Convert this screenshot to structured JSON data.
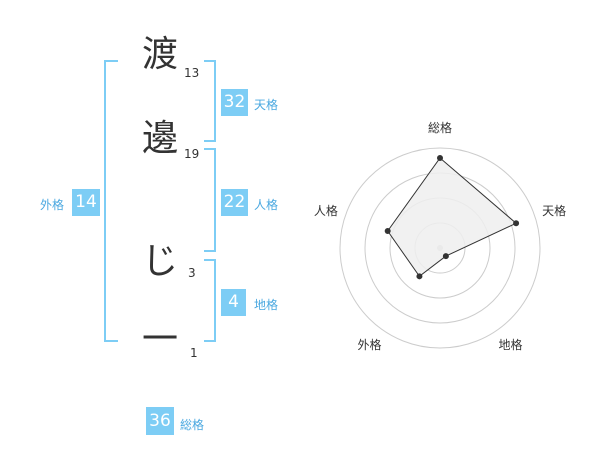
{
  "name_chars": [
    {
      "char": "渡",
      "strokes": "13"
    },
    {
      "char": "邊",
      "strokes": "19"
    },
    {
      "char": "じ",
      "strokes": "3"
    },
    {
      "char": "一",
      "strokes": "1"
    }
  ],
  "fortunes": {
    "tenkaku": {
      "label": "天格",
      "value": "32"
    },
    "jinkaku": {
      "label": "人格",
      "value": "22"
    },
    "chikaku": {
      "label": "地格",
      "value": "4"
    },
    "gaikaku": {
      "label": "外格",
      "value": "14"
    },
    "soukaku": {
      "label": "総格",
      "value": "36"
    }
  },
  "colors": {
    "accent": "#7dcdf5",
    "label": "#4aa8e0",
    "radar_fill": "#eeeeee"
  },
  "chart_data": {
    "type": "radar",
    "axes": [
      "総格",
      "天格",
      "地格",
      "外格",
      "人格"
    ],
    "values": [
      36,
      32,
      4,
      14,
      22
    ],
    "ring_count": 4,
    "grid": true
  }
}
